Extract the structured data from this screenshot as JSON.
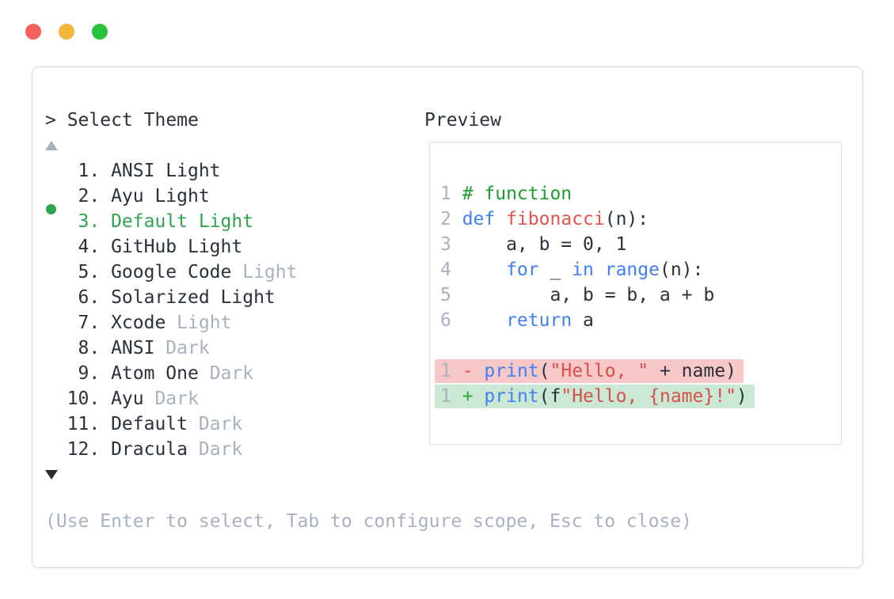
{
  "colors": {
    "text": "#2b313c",
    "muted": "#a8b1c2",
    "green": "#2fa44e",
    "comment": "#1f9d2e",
    "keyword": "#4080f0",
    "func": "#e0564e",
    "string": "#d6504b",
    "plus": "#27a83c",
    "removed_bg": "#f8c8c8",
    "added_bg": "#cbe8d5",
    "panel_border": "#d3d9e1",
    "box_border": "#d8dce3",
    "down_arrow": "#262b33"
  },
  "window": {
    "controls": [
      {
        "name": "close",
        "color": "#f4615a"
      },
      {
        "name": "minimize",
        "color": "#f2b63a"
      },
      {
        "name": "maximize",
        "color": "#29c340"
      }
    ]
  },
  "theme_picker": {
    "prompt": "> Select Theme",
    "icons": {
      "scroll_up": "triangle-up",
      "scroll_down": "triangle-down",
      "selected_marker": "green-dot"
    },
    "items": [
      {
        "number": "1.",
        "name": "ANSI Light",
        "suffix": "",
        "selected": false
      },
      {
        "number": "2.",
        "name": "Ayu Light",
        "suffix": "",
        "selected": false
      },
      {
        "number": "3.",
        "name": "Default Light",
        "suffix": "",
        "selected": true
      },
      {
        "number": "4.",
        "name": "GitHub Light",
        "suffix": "",
        "selected": false
      },
      {
        "number": "5.",
        "name": "Google Code",
        "suffix": "Light",
        "selected": false
      },
      {
        "number": "6.",
        "name": "Solarized Light",
        "suffix": "",
        "selected": false
      },
      {
        "number": "7.",
        "name": "Xcode",
        "suffix": "Light",
        "selected": false
      },
      {
        "number": "8.",
        "name": "ANSI",
        "suffix": "Dark",
        "selected": false
      },
      {
        "number": "9.",
        "name": "Atom One",
        "suffix": "Dark",
        "selected": false
      },
      {
        "number": "10.",
        "name": "Ayu",
        "suffix": "Dark",
        "selected": false
      },
      {
        "number": "11.",
        "name": "Default",
        "suffix": "Dark",
        "selected": false
      },
      {
        "number": "12.",
        "name": "Dracula",
        "suffix": "Dark",
        "selected": false
      }
    ],
    "help": "(Use Enter to select, Tab to configure scope, Esc to close)"
  },
  "preview": {
    "label": "Preview",
    "code_lines": [
      {
        "num": "1",
        "tokens": [
          [
            "c",
            "# function"
          ]
        ]
      },
      {
        "num": "2",
        "tokens": [
          [
            "k",
            "def"
          ],
          [
            "p",
            " "
          ],
          [
            "f",
            "fibonacci"
          ],
          [
            "p",
            "(n):"
          ]
        ]
      },
      {
        "num": "3",
        "tokens": [
          [
            "p",
            "    a, b = 0, 1"
          ]
        ]
      },
      {
        "num": "4",
        "tokens": [
          [
            "p",
            "    "
          ],
          [
            "k",
            "for"
          ],
          [
            "p",
            " _ "
          ],
          [
            "k",
            "in"
          ],
          [
            "p",
            " "
          ],
          [
            "k",
            "range"
          ],
          [
            "p",
            "(n):"
          ]
        ]
      },
      {
        "num": "5",
        "tokens": [
          [
            "p",
            "        a, b = b, a + b"
          ]
        ]
      },
      {
        "num": "6",
        "tokens": [
          [
            "p",
            "    "
          ],
          [
            "k",
            "return"
          ],
          [
            "p",
            " a"
          ]
        ]
      }
    ],
    "diff_lines": [
      {
        "num": "1",
        "type": "removed",
        "tokens": [
          [
            "minus",
            "-"
          ],
          [
            "p",
            " "
          ],
          [
            "k",
            "print"
          ],
          [
            "p",
            "("
          ],
          [
            "s",
            "\"Hello, \""
          ],
          [
            "p",
            " + name)"
          ]
        ]
      },
      {
        "num": "1",
        "type": "added",
        "tokens": [
          [
            "plus",
            "+"
          ],
          [
            "p",
            " "
          ],
          [
            "k",
            "print"
          ],
          [
            "p",
            "(f"
          ],
          [
            "s",
            "\"Hello, {name}!\""
          ],
          [
            "p",
            ")"
          ]
        ]
      }
    ]
  }
}
